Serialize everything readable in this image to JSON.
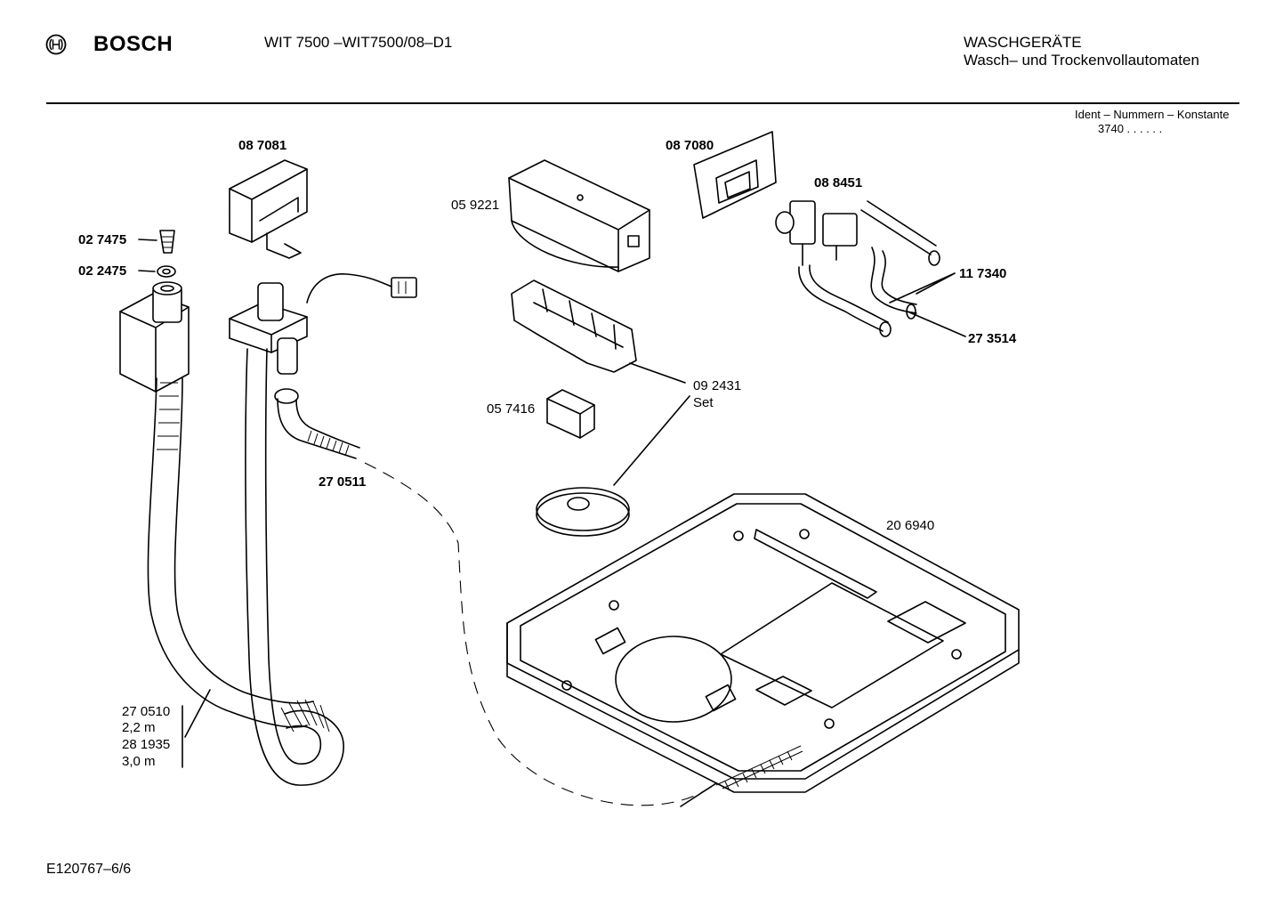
{
  "header": {
    "brand": "BOSCH",
    "model": "WIT 7500 –WIT7500/08–D1",
    "category": "WASCHGERÄTE",
    "subcategory": "Wasch– und Trockenvollautomaten",
    "ident_label": "Ident – Nummern – Konstante",
    "ident_value": "3740 . . . . . ."
  },
  "parts": {
    "p087081": "08 7081",
    "p027475": "02 7475",
    "p022475": "02 2475",
    "p059221": "05 9221",
    "p087080": "08 7080",
    "p088451": "08 8451",
    "p117340": "11 7340",
    "p273514": "27 3514",
    "p092431": "09 2431",
    "p092431_note": "Set",
    "p057416": "05 7416",
    "p270511": "27 0511",
    "p206940": "20 6940",
    "hose_1_part": "27 0510",
    "hose_1_len": "2,2 m",
    "hose_2_part": "28 1935",
    "hose_2_len": "3,0 m"
  },
  "footer": {
    "doc_id": "E120767–6/6"
  },
  "icons": [
    "bosch-logo-icon"
  ]
}
